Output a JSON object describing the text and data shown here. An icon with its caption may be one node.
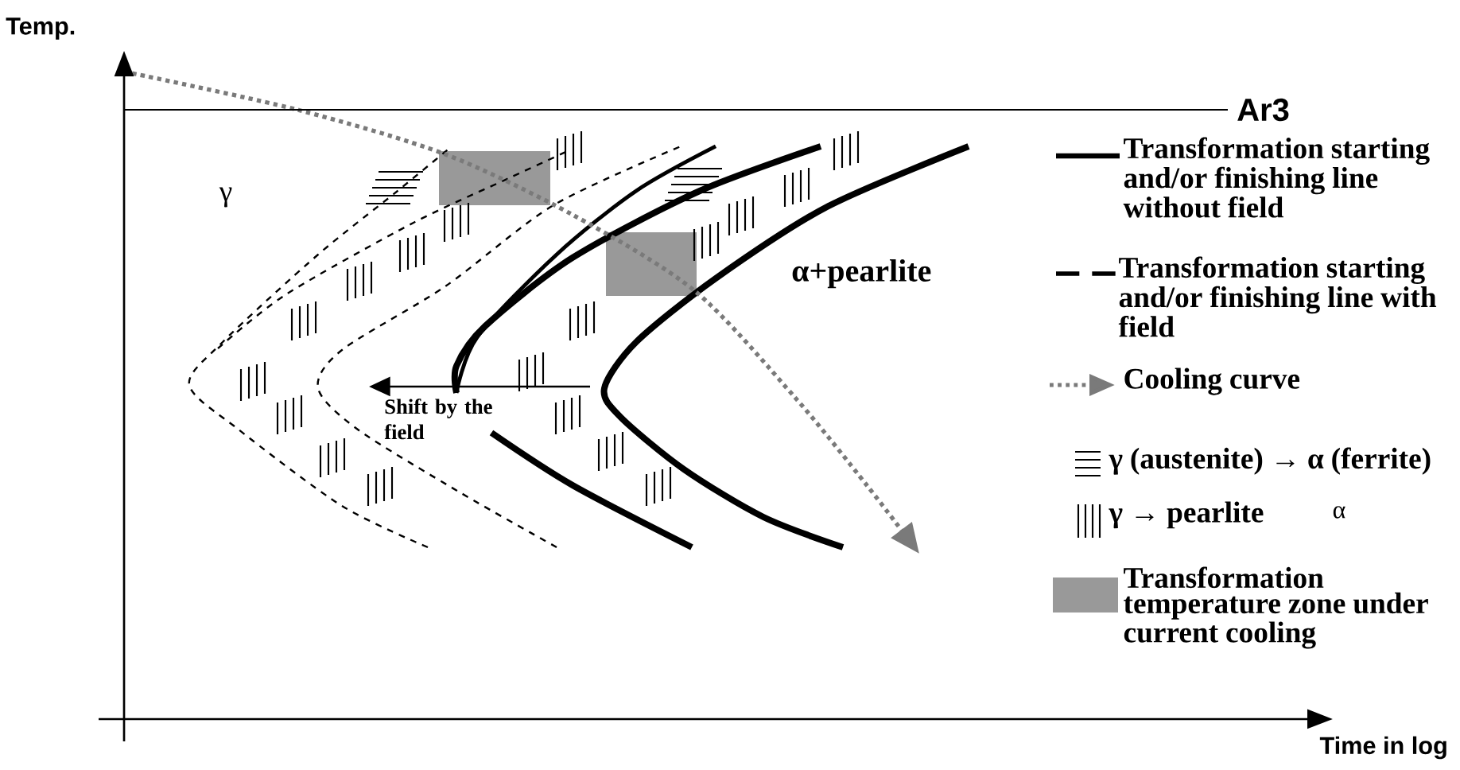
{
  "diagram": {
    "labels": [
      "Temp.",
      "Ar3",
      "γ",
      "α+pearlite",
      "Shift by the field",
      "α",
      "Time in log"
    ],
    "legend": [
      {
        "text": "Transformation starting and/or finishing line without field"
      },
      {
        "text": "Transformation starting and/or finishing line with field"
      },
      {
        "text": "Cooling curve"
      },
      {
        "text": "γ (austenite) → α (ferrite)"
      },
      {
        "text": "γ → pearlite"
      },
      {
        "text": "Transformation temperature zone under current cooling",
        "color": "#999999"
      }
    ]
  }
}
